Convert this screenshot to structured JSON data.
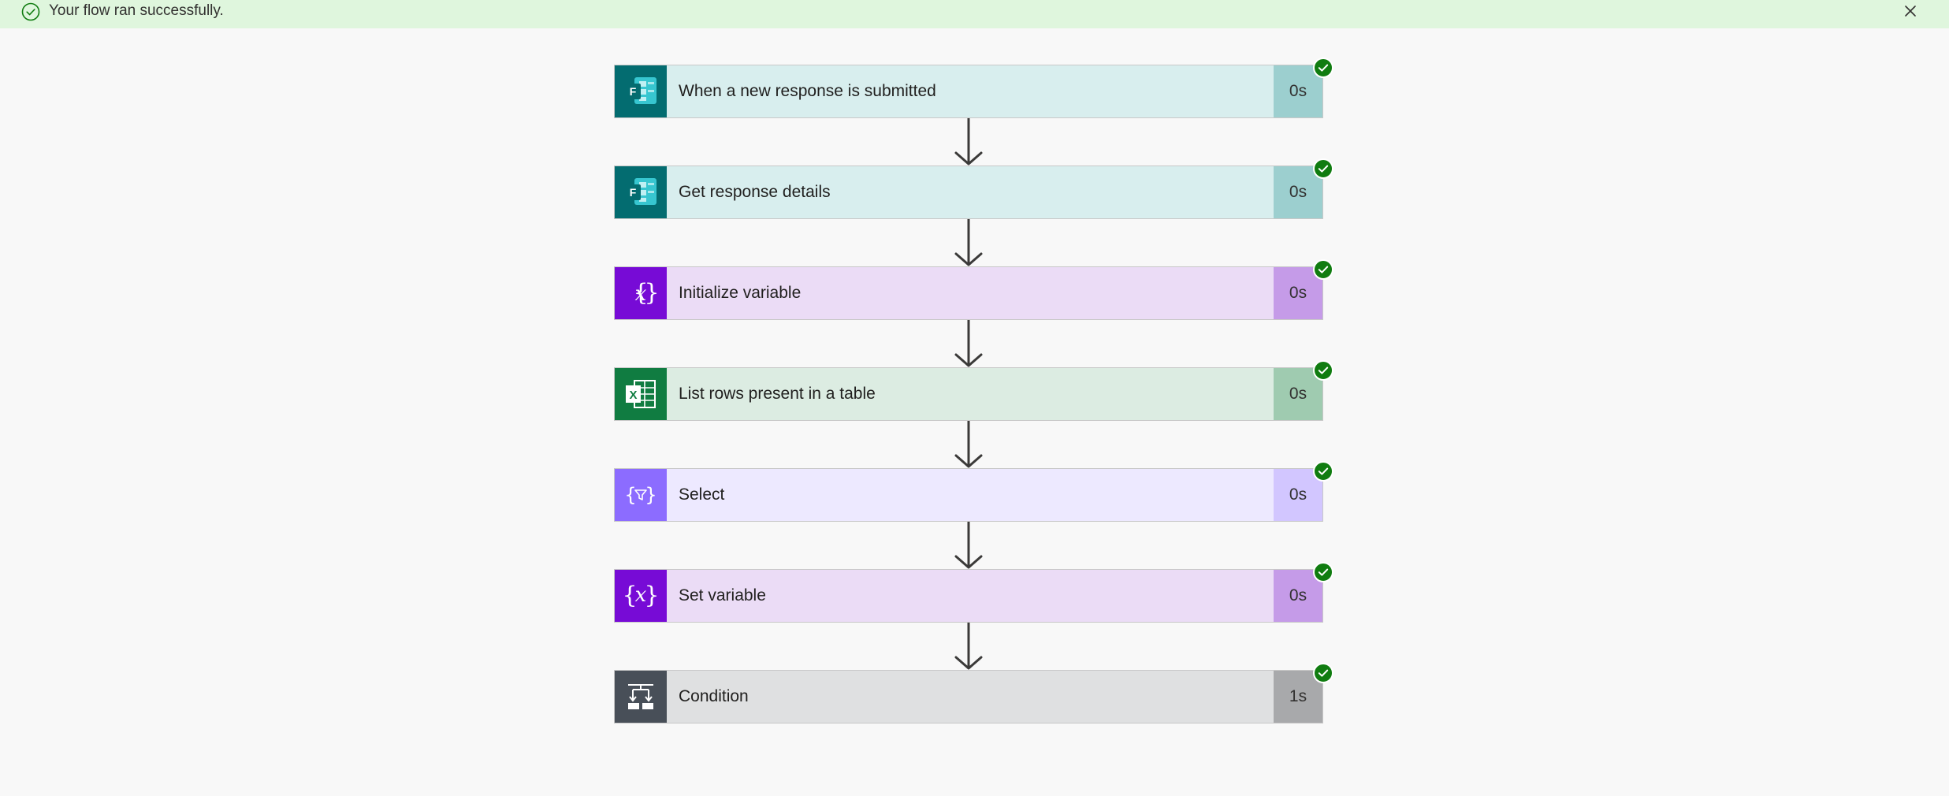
{
  "banner": {
    "message": "Your flow ran successfully.",
    "status_icon": "success-check-circle-icon",
    "close_icon": "close-icon",
    "background": "#dff6dd"
  },
  "steps": [
    {
      "title": "When a new response is submitted",
      "duration": "0s",
      "icon": "microsoft-forms-icon",
      "colors": {
        "icon_bg": "#036c70",
        "body_bg": "#d8eeee",
        "time_bg": "#9ccfcf"
      }
    },
    {
      "title": "Get response details",
      "duration": "0s",
      "icon": "microsoft-forms-icon",
      "colors": {
        "icon_bg": "#036c70",
        "body_bg": "#d8eeee",
        "time_bg": "#9ccfcf"
      }
    },
    {
      "title": "Initialize variable",
      "duration": "0s",
      "icon": "variable-icon",
      "colors": {
        "icon_bg": "#770bd6",
        "body_bg": "#ebdcf6",
        "time_bg": "#c59be8"
      }
    },
    {
      "title": "List rows present in a table",
      "duration": "0s",
      "icon": "excel-icon",
      "colors": {
        "icon_bg": "#107c41",
        "body_bg": "#dcece2",
        "time_bg": "#9fcbb0"
      }
    },
    {
      "title": "Select",
      "duration": "0s",
      "icon": "select-data-operation-icon",
      "colors": {
        "icon_bg": "#8c6cff",
        "body_bg": "#ede9ff",
        "time_bg": "#d2c6ff"
      }
    },
    {
      "title": "Set variable",
      "duration": "0s",
      "icon": "variable-icon",
      "colors": {
        "icon_bg": "#770bd6",
        "body_bg": "#ebdcf6",
        "time_bg": "#c59be8"
      }
    },
    {
      "title": "Condition",
      "duration": "1s",
      "icon": "condition-icon",
      "colors": {
        "icon_bg": "#484f58",
        "body_bg": "#dfe0e1",
        "time_bg": "#a8a9ab"
      }
    }
  ],
  "colors": {
    "success_green": "#107c10",
    "connector": "#3b3a39",
    "page_bg": "#f8f8f8"
  }
}
